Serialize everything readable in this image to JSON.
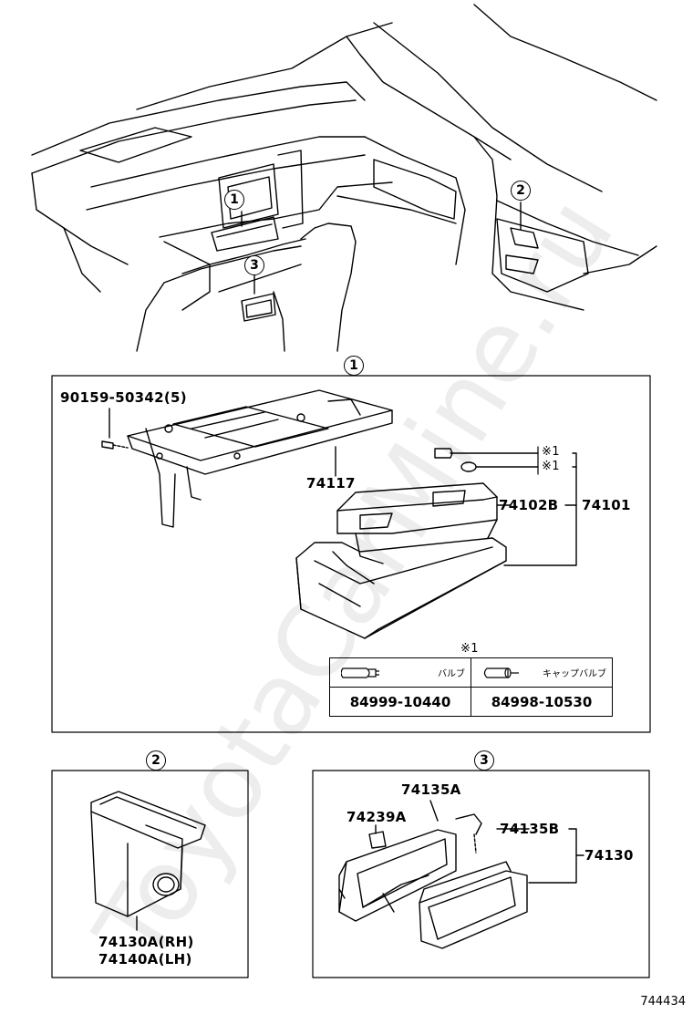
{
  "callouts": {
    "one": "1",
    "two": "2",
    "three": "3"
  },
  "section1": {
    "title": "1",
    "bolt": "90159-50342(5)",
    "bracket": "74117",
    "box_inner": "74102B",
    "box_assy": "74101",
    "ref_mark_a": "※1",
    "ref_mark_b": "※1",
    "table_mark": "※1",
    "bulb_table": {
      "col1_name": "バルブ",
      "col2_name": "キャップバルブ",
      "col1_part": "84999-10440",
      "col2_part": "84998-10530"
    }
  },
  "section2": {
    "title": "2",
    "part_rh": "74130A(RH)",
    "part_lh": "74140A(LH)"
  },
  "section3": {
    "title": "3",
    "part_a": "74135A",
    "part_clip": "74239A",
    "part_b": "74135B",
    "part_assy": "74130"
  },
  "watermark": "ToyotaCarMine.ru",
  "drawing_number": "744434"
}
